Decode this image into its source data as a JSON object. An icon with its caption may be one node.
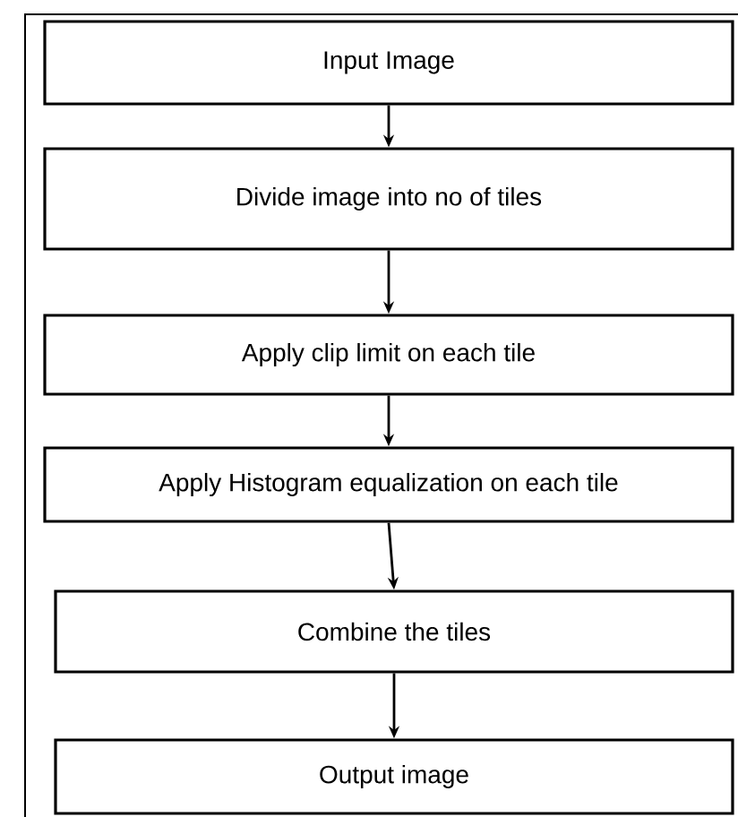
{
  "diagram": {
    "nodes": [
      {
        "text": [
          "Input Image"
        ]
      },
      {
        "text": [
          "Divide image into no of tiles"
        ]
      },
      {
        "text": [
          "Apply clip limit on each tile"
        ]
      },
      {
        "text": [
          "Apply Histogram equalization on each tile"
        ]
      },
      {
        "text": [
          "Combine the tiles"
        ]
      },
      {
        "text": [
          "Output image"
        ]
      }
    ],
    "edges": [
      {
        "from": 0,
        "to": 1,
        "arrow": "to"
      },
      {
        "from": 1,
        "to": 2,
        "arrow": "to"
      },
      {
        "from": 2,
        "to": 3,
        "arrow": "to"
      },
      {
        "from": 3,
        "to": 4,
        "arrow": "to"
      },
      {
        "from": 4,
        "to": 5,
        "arrow": "to"
      }
    ]
  }
}
